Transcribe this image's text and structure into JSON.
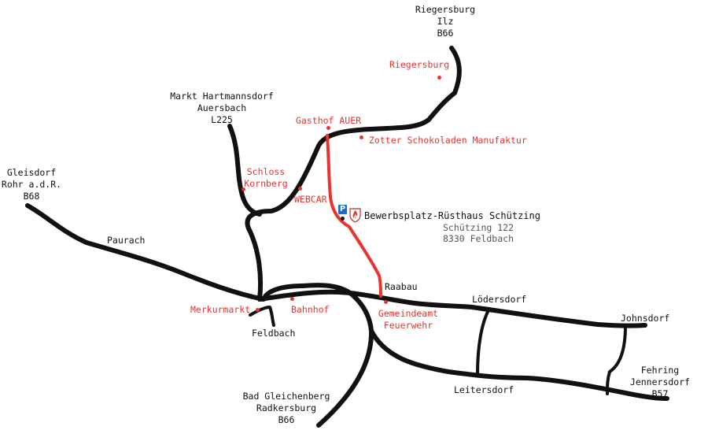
{
  "roads_color": "#111111",
  "route_color": "#e8332f",
  "poi_color": "#e8332f",
  "parking_color": "#1b6fc2",
  "destinations": {
    "riegersburg": [
      "Riegersburg",
      "Ilz",
      "B66"
    ],
    "hartmannsdorf": [
      "Markt Hartmannsdorf",
      "Auersbach",
      "L225"
    ],
    "gleisdorf": [
      "Gleisdorf",
      "Rohr a.d.R.",
      "B68"
    ],
    "gleichenberg": [
      "Bad Gleichenberg",
      "Radkersburg",
      "B66"
    ],
    "fehring": [
      "Fehring",
      "Jennersdorf",
      "B57"
    ]
  },
  "places": {
    "paurach": "Paurach",
    "feldbach": "Feldbach",
    "raabau": "Raabau",
    "loedersdorf": "Lödersdorf",
    "johnsdorf": "Johnsdorf",
    "leitersdorf": "Leitersdorf"
  },
  "pois": {
    "riegersburg": "Riegersburg",
    "gasthof": "Gasthof AUER",
    "zotter": "Zotter Schokoladen Manufaktur",
    "schloss": [
      "Schloss",
      "Kornberg"
    ],
    "webcar": "WEBCAR",
    "merkurmarkt": "Merkurmarkt",
    "bahnhof": "Bahnhof",
    "gemeindeamt": [
      "Gemeindeamt",
      "Feuerwehr"
    ]
  },
  "target": {
    "name": "Bewerbsplatz-Rüsthaus Schützing",
    "street": "Schützing 122",
    "city": "8330 Feldbach",
    "parking_icon": "P",
    "emblem": "fire-brigade-emblem-icon"
  }
}
